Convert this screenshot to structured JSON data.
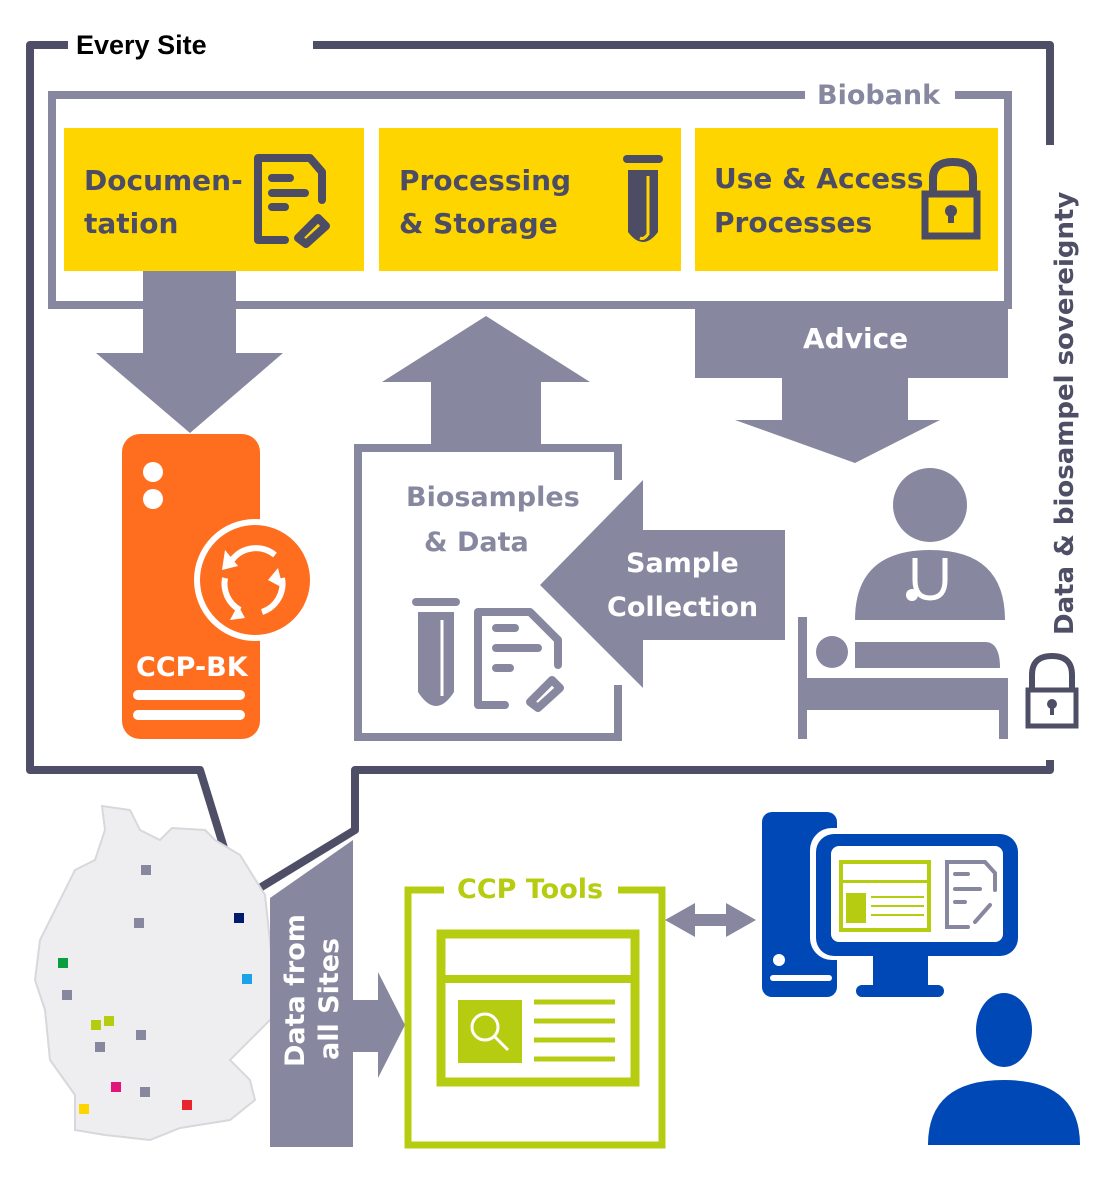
{
  "colors": {
    "frame_dark": "#4e4f66",
    "frame_grey": "#8788a0",
    "yellow": "#ffd500",
    "orange": "#ff6d1f",
    "lime": "#b6cc10",
    "blue": "#0048b5",
    "map_fill": "#eeeef0"
  },
  "every_site": {
    "title": "Every Site"
  },
  "biobank": {
    "title": "Biobank",
    "boxes": [
      {
        "line1": "Documen-",
        "line2": "tation",
        "icon": "document-edit-icon"
      },
      {
        "line1": "Processing",
        "line2": "& Storage",
        "icon": "test-tube-icon"
      },
      {
        "line1": "Use & Access",
        "line2": "Processes",
        "icon": "padlock-icon"
      }
    ]
  },
  "advice": {
    "label": "Advice"
  },
  "ccp_bk": {
    "label": "CCP-BK"
  },
  "biosamples": {
    "line1": "Biosamples",
    "line2": "& Data"
  },
  "sample_collection": {
    "line1": "Sample",
    "line2": "Collection"
  },
  "sovereignty": {
    "label": "Data & biosampel sovereignty"
  },
  "data_from_all_sites": {
    "line1": "Data from",
    "line2": "all Sites"
  },
  "ccp_tools": {
    "title": "CCP Tools"
  },
  "map": {
    "sites": [
      {
        "color": "#8788a0"
      },
      {
        "color": "#8788a0"
      },
      {
        "color": "#001a6e"
      },
      {
        "color": "#0b9e3e"
      },
      {
        "color": "#1aa3e8"
      },
      {
        "color": "#8788a0"
      },
      {
        "color": "#b6cc10"
      },
      {
        "color": "#b6cc10"
      },
      {
        "color": "#8788a0"
      },
      {
        "color": "#8788a0"
      },
      {
        "color": "#e0147a"
      },
      {
        "color": "#8788a0"
      },
      {
        "color": "#ffd500"
      },
      {
        "color": "#e8242c"
      }
    ]
  }
}
